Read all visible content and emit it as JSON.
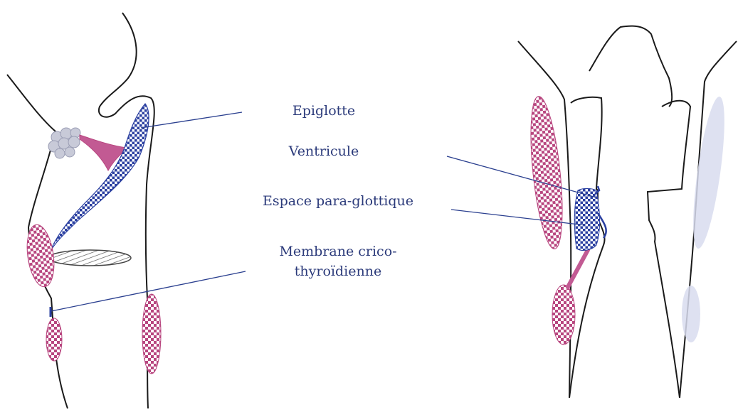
{
  "labels": {
    "epiglottis": "Epiglotte",
    "ventricle": "Ventricule",
    "paraglottic": "Espace para-glottique",
    "membrane_line1": "Membrane crico-",
    "membrane_line2": "thyroïdienne"
  },
  "colors": {
    "outline": "#1a1a1a",
    "leader": "#2a3f8f",
    "label": "#2b3a7a",
    "cartilage": "#b8467f",
    "epiglottis_check": "#2a3fa0",
    "fat_grey": "#a9acc0",
    "ghost": "#d8dcef"
  }
}
